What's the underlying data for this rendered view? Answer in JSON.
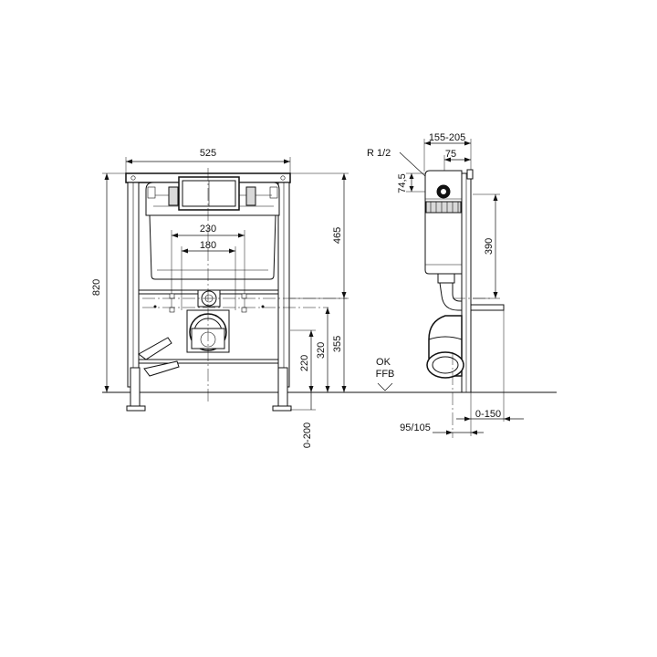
{
  "front_view": {
    "dimensions": {
      "width_total": "525",
      "height_total": "820",
      "upper_height": "465",
      "outlet_height": "355",
      "supply_height": "320",
      "drain_height": "220",
      "foot_adjust": "0-200",
      "inner_width_outer": "230",
      "inner_width_inner": "180"
    }
  },
  "side_view": {
    "dimensions": {
      "depth_range": "155-205",
      "depth_inner": "75",
      "connection_thread": "R 1/2",
      "valve_offset": "74,5",
      "upper_span": "390",
      "drain_offset": "95/105",
      "wall_adjust": "0-150"
    },
    "floor_label_line1": "OK",
    "floor_label_line2": "FFB"
  },
  "colors": {
    "line": "#111111",
    "background": "#ffffff"
  }
}
